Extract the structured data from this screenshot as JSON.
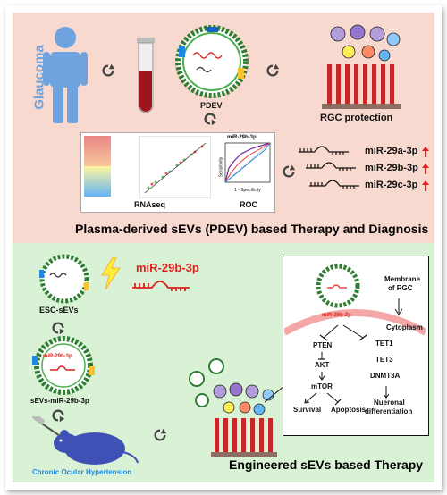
{
  "top": {
    "glaucoma_label": "Glaucoma",
    "pdev_label": "PDEV",
    "rgc_protection_label": "RGC protection",
    "rnaseq_label": "RNAseq",
    "roc_label": "ROC",
    "roc_title": "miR-29b-3p",
    "roc_xlabel": "1 - Specificity",
    "roc_ylabel": "Sensitivity",
    "mirnas": [
      "miR-29a-3p",
      "miR-29b-3p",
      "miR-29c-3p"
    ],
    "caption": "Plasma-derived sEVs (PDEV) based Therapy and Diagnosis"
  },
  "bottom": {
    "esc_label": "ESC-sEVs",
    "mir_label": "miR-29b-3p",
    "sevs_mir_label": "sEVs-miR-29b-3p",
    "vesicle_inner_label": "miR-29b-3p",
    "coh_label": "Chronic Ocular Hypertension",
    "caption": "Engineered sEVs based Therapy"
  },
  "inset": {
    "membrane_label_1": "Membrane",
    "membrane_label_2": "of RGC",
    "cytoplasm_label": "Cytoplasm",
    "mir_label": "miR-29b-3p",
    "left_path": [
      "PTEN",
      "AKT",
      "mTOR"
    ],
    "survival_label": "Survival",
    "apoptosis_label": "Apoptosis",
    "right_path": [
      "TET1",
      "TET3",
      "DNMT3A"
    ],
    "neuronal_label_1": "Nueronal",
    "neuronal_label_2": "differentiation"
  },
  "colors": {
    "top_bg": "#f8d9cf",
    "bottom_bg": "#d9f2d6",
    "glaucoma_blue": "#6fa3e0",
    "red_accent": "#e0201b"
  }
}
